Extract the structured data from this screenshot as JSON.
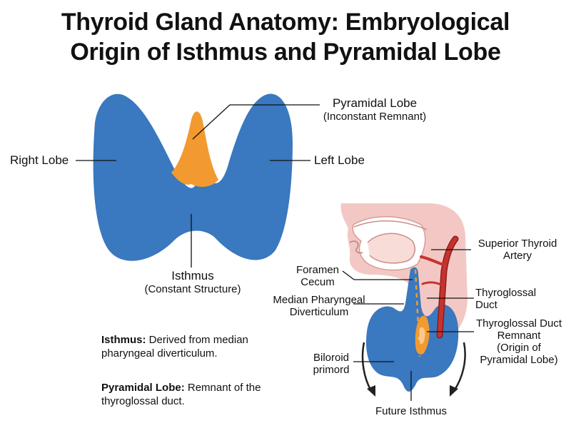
{
  "title": {
    "line1": "Thyroid Gland Anatomy: Embryological",
    "line2": "Origin of Isthmus and Pyramidal Lobe"
  },
  "main_diagram": {
    "pyramidal_lobe": {
      "name": "Pyramidal Lobe",
      "sub": "(Inconstant Remnant)"
    },
    "right_lobe": "Right Lobe",
    "left_lobe": "Left Lobe",
    "isthmus": {
      "name": "Isthmus",
      "sub": "(Constant Structure)"
    }
  },
  "notes": {
    "isthmus": {
      "term": "Isthmus:",
      "text": " Derived from median pharyngeal diverticulum."
    },
    "pyramidal": {
      "term": "Pyramidal Lobe:",
      "text": " Remnant of the thyroglossal duct."
    }
  },
  "embryo_diagram": {
    "foramen_cecum": {
      "line1": "Foramen",
      "line2": "Cecum"
    },
    "median_pharyngeal": {
      "line1": "Median Pharyngeal",
      "line2": "Diverticulum"
    },
    "biloroid": {
      "line1": "Biloroid",
      "line2": "primord"
    },
    "future_isthmus": "Future Isthmus",
    "superior_thyroid_artery": {
      "line1": "Superior Thyroid",
      "line2": "Artery"
    },
    "thyroglossal_duct": {
      "line1": "Thyroglossal",
      "line2": "Duct"
    },
    "thyroglossal_remnant": {
      "line1": "Thyroglossal Duct",
      "line2": "Remnant",
      "line3": "(Origin of",
      "line4": "Pyramidal Lobe)"
    }
  },
  "colors": {
    "thyroid_blue": "#3a78bf",
    "pyramidal_orange": "#f29a30",
    "tissue_pink": "#f3c8c4",
    "artery_red": "#c8322e"
  }
}
